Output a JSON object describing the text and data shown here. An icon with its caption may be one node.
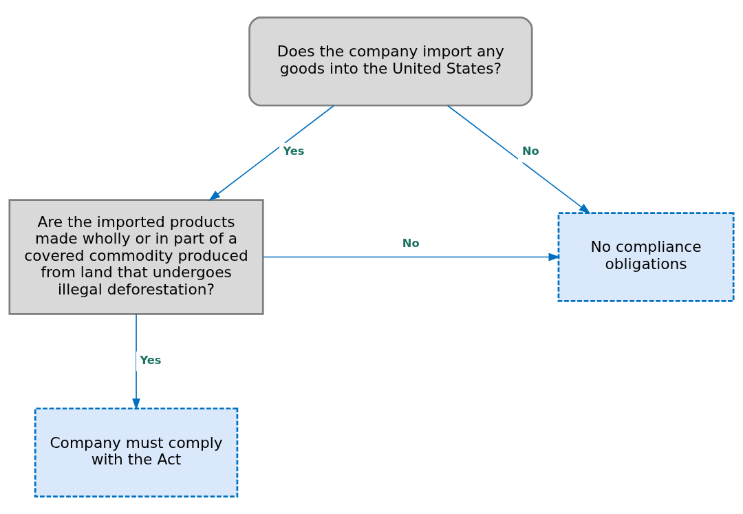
{
  "diagram": {
    "nodes": [
      {
        "text": [
          "Does the company import any goods into the United States?"
        ]
      },
      {
        "text": [
          "Are the imported products made wholly or in part of a covered commodity produced from land that undergoes illegal deforestation?"
        ]
      },
      {
        "text": [
          "No compliance obligations"
        ]
      },
      {
        "text": [
          "Company must comply with the Act"
        ]
      }
    ],
    "edges": [
      {
        "from": 0,
        "to": 1,
        "arrow": "to",
        "label": "Yes"
      },
      {
        "from": 0,
        "to": 2,
        "arrow": "to",
        "label": "No"
      },
      {
        "from": 1,
        "to": 2,
        "arrow": "to",
        "label": "No"
      },
      {
        "from": 1,
        "to": 3,
        "arrow": "to",
        "label": "Yes"
      }
    ]
  }
}
